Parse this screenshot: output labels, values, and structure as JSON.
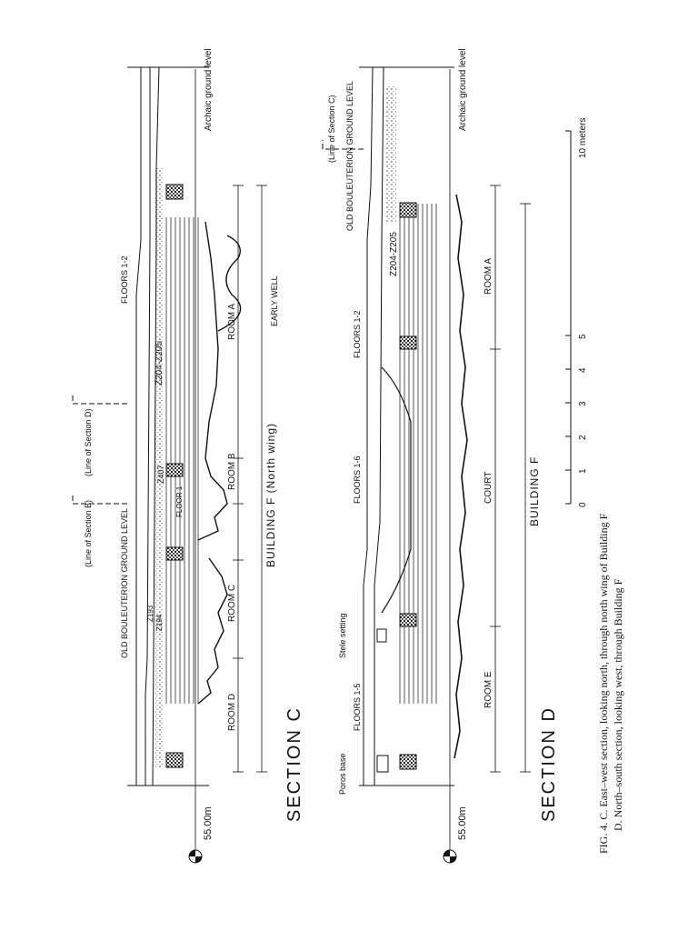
{
  "caption": {
    "line1": "FIG. 4. C. East–west section, looking north, through north wing of Building F",
    "line2": "D. North–south section, looking west, through Building F"
  },
  "scale_bar": {
    "ticks": [
      "0",
      "1",
      "2",
      "3",
      "4",
      "5",
      "10 meters"
    ]
  },
  "section_c": {
    "title": "SECTION C",
    "datum": "55.00m",
    "labels": {
      "archaic": "Archaic ground level",
      "floors_1_2": "FLOORS 1-2",
      "z204": "Z204-Z205",
      "line_of_d": "(Line of Section D)",
      "line_of_b": "(Line of Section B)",
      "z407": "Z407",
      "floor_1": "FLOOR 1",
      "old_bouleuterion": "OLD BOULEUTERION GROUND LEVEL",
      "z193": "Z193",
      "z194": "Z194",
      "early_well": "EARLY WELL"
    },
    "rooms": [
      "ROOM A",
      "ROOM B",
      "ROOM C",
      "ROOM D"
    ],
    "building": "BUILDING F (North wing)"
  },
  "section_d": {
    "title": "SECTION D",
    "datum": "55.00m",
    "labels": {
      "archaic": "Archaic ground level",
      "line_of_c": "(Line of Section C)",
      "old_bouleuterion": "OLD BOULEUTERION GROUND LEVEL",
      "z204": "Z204-Z205",
      "floors_1_2": "FLOORS 1-2",
      "floors_1_6": "FLOORS 1-6",
      "stele": "Stele setting",
      "floors_1_5": "FLOORS 1-5",
      "poros": "Poros base"
    },
    "rooms": [
      "ROOM A",
      "COURT",
      "ROOM E"
    ],
    "building": "BUILDING F"
  }
}
